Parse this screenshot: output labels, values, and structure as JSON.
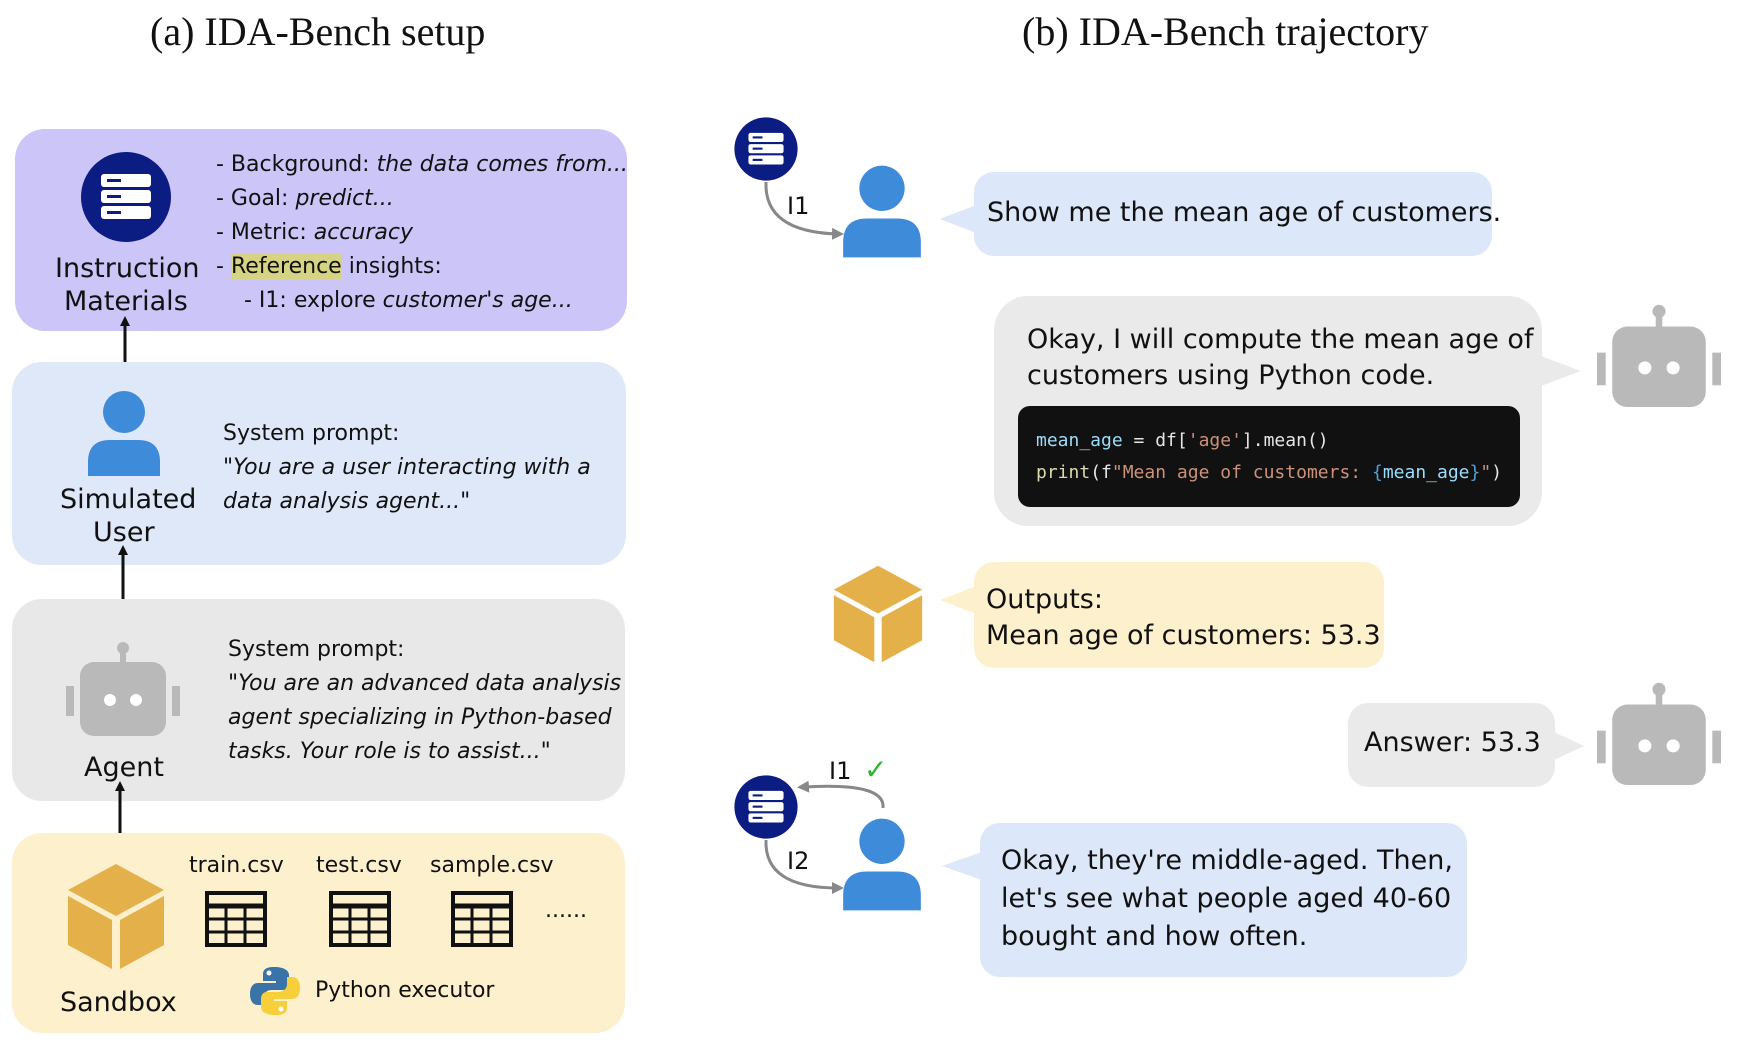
{
  "titles": {
    "left": "(a) IDA-Bench setup",
    "right": "(b) IDA-Bench trajectory"
  },
  "setup": {
    "instruction": {
      "label_line1": "Instruction",
      "label_line2": "Materials",
      "background_key": "- Background: ",
      "background_val": "the data comes from...",
      "goal_key": "- Goal: ",
      "goal_val": "predict...",
      "metric_key": "- Metric: ",
      "metric_val": "accuracy",
      "reference_dash": "- ",
      "reference_word": "Reference",
      "reference_rest": " insights:",
      "insight_key": "- I1: explore ",
      "insight_val": "customer's age..."
    },
    "user": {
      "label_line1": "Simulated",
      "label_line2": "User",
      "prompt_label": "System prompt:",
      "prompt_line1": "\"You are a user interacting with a",
      "prompt_line2": "data analysis agent...\""
    },
    "agent": {
      "label": "Agent",
      "prompt_label": "System prompt:",
      "prompt_line1": "\"You are an advanced data analysis",
      "prompt_line2": "agent specializing in Python-based",
      "prompt_line3": "tasks. Your role is to assist...\""
    },
    "sandbox": {
      "label": "Sandbox",
      "files": [
        "train.csv",
        "test.csv",
        "sample.csv"
      ],
      "more": "......",
      "executor": "Python executor"
    }
  },
  "trajectory": {
    "insight1": "I1",
    "insight2": "I2",
    "check": "✓",
    "user_msg1": "Show me the mean age of customers.",
    "agent_msg_line1": "Okay, I will compute the mean age of",
    "agent_msg_line2": "customers using Python code.",
    "code": {
      "line1_var": "mean_age",
      "line1_mid": " = df[",
      "line1_str": "'age'",
      "line1_end": "].mean()",
      "line2_fn": "print",
      "line2_open": "(f",
      "line2_str": "\"Mean age of customers: ",
      "line2_brace_open": "{",
      "line2_var": "mean_age",
      "line2_brace_close": "}",
      "line2_close_str": "\"",
      "line2_end": ")"
    },
    "output_line1": "Outputs:",
    "output_line2": "Mean age of customers: 53.3",
    "answer": "Answer: 53.3",
    "user_msg2_line1": "Okay, they're middle-aged. Then,",
    "user_msg2_line2": "let's see what people aged 40-60",
    "user_msg2_line3": "bought and how often."
  },
  "colors": {
    "instruction_bg": "#cbc5f8",
    "user_bg": "#dfe8f8",
    "agent_bg": "#e8e8e8",
    "sandbox_bg": "#fdf0cc",
    "navy": "#0b1c82",
    "user_blue": "#3d8bd9",
    "robot_gray": "#b9b9b9",
    "cube_gold": "#e4b04a",
    "bubble_blue": "#dce7f9",
    "bubble_gray": "#eaeaea",
    "bubble_yellow": "#fdf0cc",
    "check_green": "#2db52d"
  }
}
